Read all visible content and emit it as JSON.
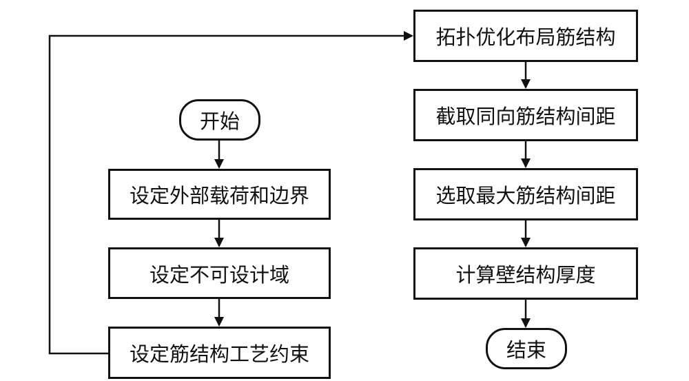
{
  "flowchart": {
    "left_column": {
      "start": "开始",
      "steps": [
        "设定外部载荷和边界",
        "设定不可设计域",
        "设定筋结构工艺约束"
      ]
    },
    "right_column": {
      "steps": [
        "拓扑优化布局筋结构",
        "截取同向筋结构间距",
        "选取最大筋结构间距",
        "计算壁结构厚度"
      ],
      "end": "结束"
    },
    "colors": {
      "stroke": "#111111",
      "fill": "#ffffff",
      "text": "#111111"
    }
  }
}
